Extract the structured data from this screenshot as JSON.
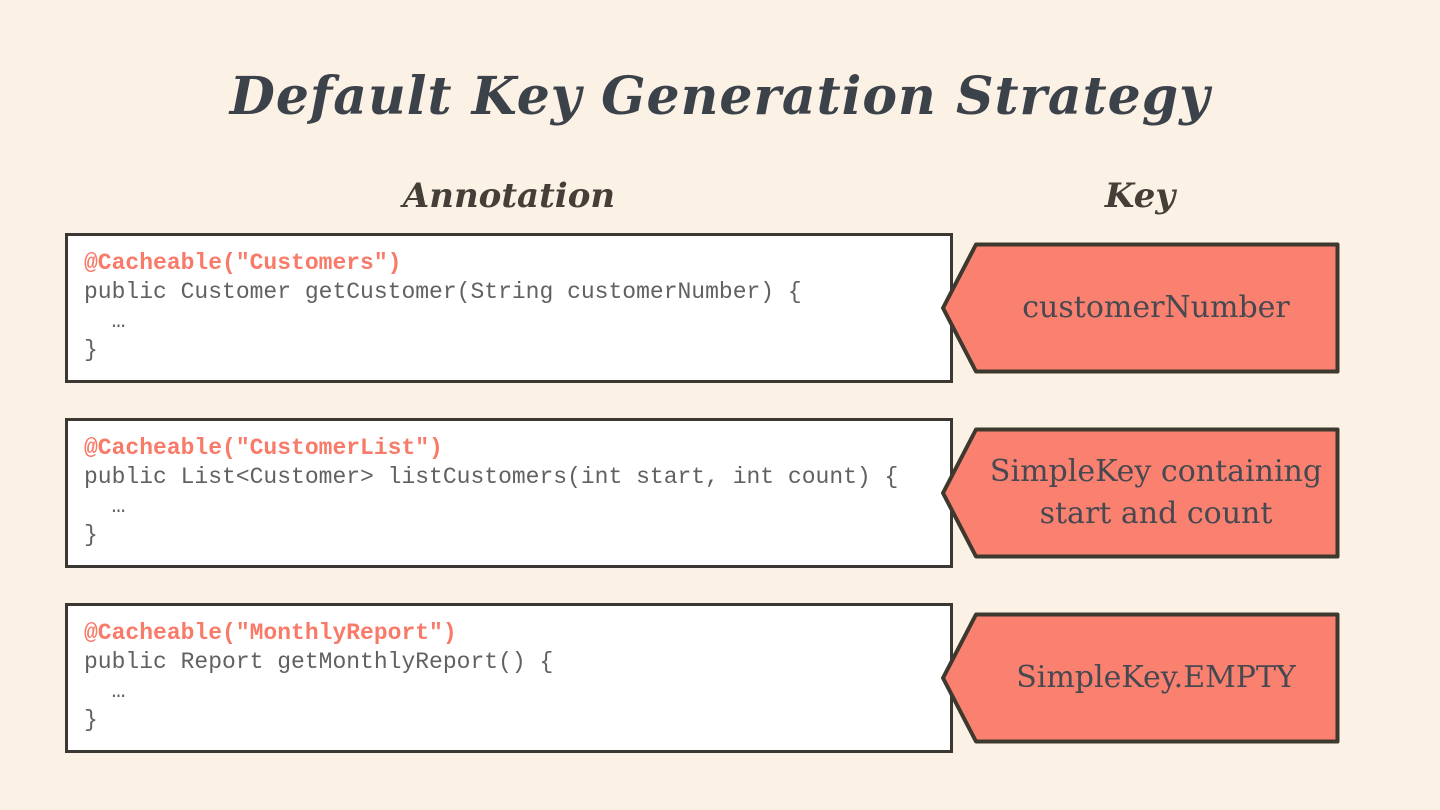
{
  "page": {
    "title": "Default Key Generation Strategy"
  },
  "columns": {
    "annotation_header": "Annotation",
    "key_header": "Key"
  },
  "colors": {
    "background": "#FCF1E5",
    "accent_salmon": "#FA8170",
    "code_annotation_salmon": "#F87A68",
    "box_border_dark": "#3B3833",
    "arrow_border_dark": "#3D392F",
    "code_text_gray": "#616161",
    "title_text": "#3C424A",
    "header_text": "#453F37",
    "key_label_text": "#474850",
    "code_background": "#FFFFFF"
  },
  "rows": [
    {
      "annotation_lines": [
        "@Cacheable(\"Customers\")",
        "public Customer getCustomer(String customerNumber) {",
        "  …",
        "}"
      ],
      "key_label": "customerNumber"
    },
    {
      "annotation_lines": [
        "@Cacheable(\"CustomerList\")",
        "public List<Customer> listCustomers(int start, int count) {",
        "  …",
        "}"
      ],
      "key_label": "SimpleKey containing start and count"
    },
    {
      "annotation_lines": [
        "@Cacheable(\"MonthlyReport\")",
        "public Report getMonthlyReport() {",
        "  …",
        "}"
      ],
      "key_label": "SimpleKey.EMPTY"
    }
  ]
}
